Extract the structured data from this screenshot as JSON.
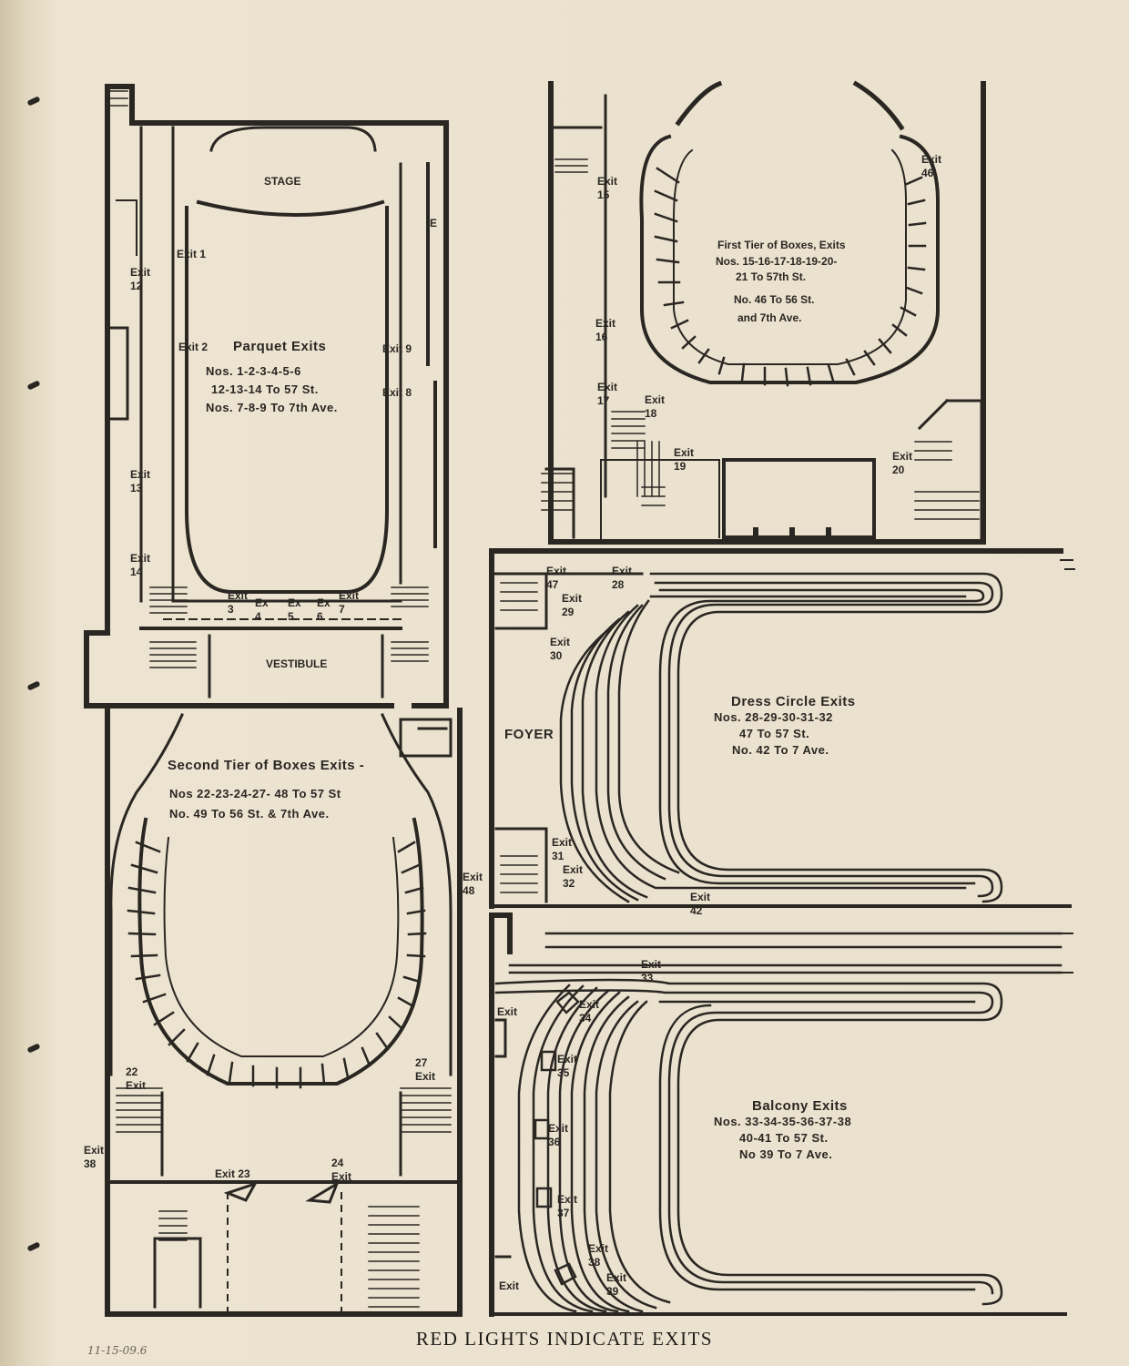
{
  "footer": "RED LIGHTS INDICATE EXITS",
  "penciled_note": "11-15-09.6",
  "parquet": {
    "stage": "STAGE",
    "vestibule": "VESTIBULE",
    "title": "Parquet Exits",
    "lines": [
      "Nos. 1-2-3-4-5-6",
      "12-13-14 To 57 St.",
      "Nos. 7-8-9 To 7th Ave."
    ],
    "exits": {
      "e1": "Exit 1",
      "e2": "Exit 2",
      "e3": "Exit 3",
      "e4": "Ex 4",
      "e5": "Ex 5",
      "e6": "Ex 6",
      "e7": "Exit 7",
      "e8": "Exit 8",
      "e9": "Exit 9",
      "e12": "Exit 12",
      "e13": "Exit 13",
      "e14": "Exit 14"
    },
    "e_mark": "E"
  },
  "first_tier": {
    "title": "First Tier of Boxes, Exits",
    "lines": [
      "Nos. 15-16-17-18-19-20-",
      "21 To 57th St.",
      "No. 46 To 56 St.",
      "and 7th Ave."
    ],
    "exits": {
      "e15": "Exit 15",
      "e16": "Exit 16",
      "e17": "Exit 17",
      "e18": "Exit 18",
      "e19": "Exit 19",
      "e20": "Exit 20",
      "e46": "Exit 46"
    }
  },
  "second_tier": {
    "title": "Second Tier of Boxes  Exits -",
    "lines": [
      "Nos 22-23-24-27- 48 To 57 St",
      "No. 49 To 56 St. & 7th Ave."
    ],
    "exits": {
      "e22": "22 Exit",
      "e23": "Exit 23",
      "e24": "24 Exit",
      "e27": "27 Exit",
      "e48": "Exit 48",
      "e38": "Exit 38"
    }
  },
  "dress_circle": {
    "title": "Dress Circle Exits",
    "lines": [
      "Nos. 28-29-30-31-32",
      "47 To 57 St.",
      "No. 42 To 7 Ave."
    ],
    "foyer": "FOYER",
    "exits": {
      "e28": "Exit 28",
      "e29": "Exit 29",
      "e30": "Exit 30",
      "e31": "Exit 31",
      "e32": "Exit 32",
      "e42": "Exit 42",
      "e47": "Exit 47"
    }
  },
  "balcony": {
    "title": "Balcony Exits",
    "lines": [
      "Nos. 33-34-35-36-37-38",
      "40-41 To 57 St.",
      "No 39 To 7 Ave."
    ],
    "exits": {
      "e33": "Exit 33",
      "e34": "Exit 34",
      "e35": "Exit 35",
      "e36": "Exit 36",
      "e37": "Exit 37",
      "e38": "Exit 38",
      "e39": "Exit 39",
      "eA": "Exit",
      "eB": "Exit"
    }
  },
  "colors": {
    "ink": "#2a2622",
    "paper": "#e9e1cd"
  }
}
